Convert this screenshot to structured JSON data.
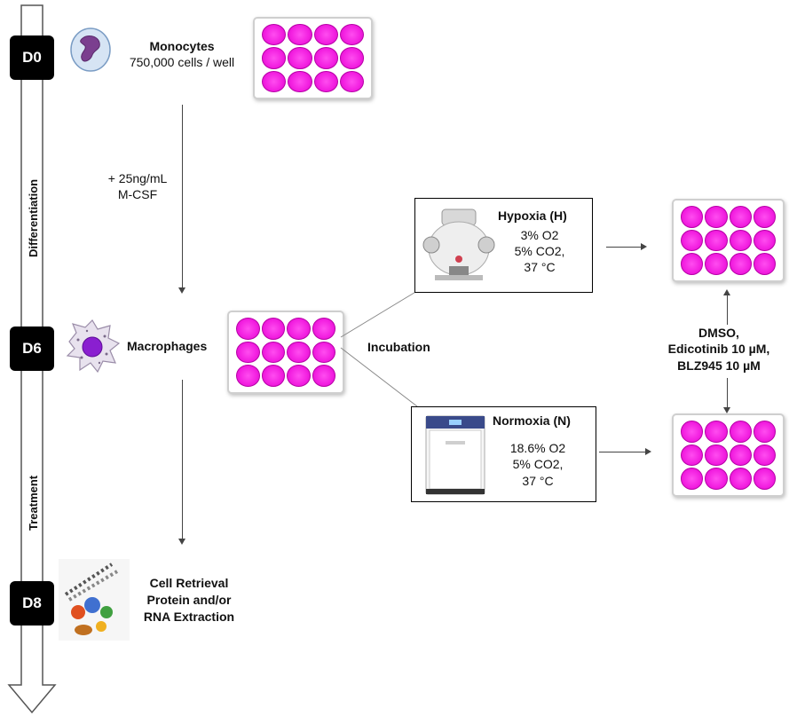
{
  "timeline": {
    "days": [
      "D0",
      "D6",
      "D8"
    ],
    "phases": [
      "Differentiation",
      "Treatment"
    ]
  },
  "steps": {
    "monocytes": {
      "title": "Monocytes",
      "detail": "750,000 cells / well"
    },
    "differentiation_agent": {
      "line1": "+ 25ng/mL",
      "line2": "M-CSF"
    },
    "macrophages": {
      "title": "Macrophages"
    },
    "incubation": {
      "label": "Incubation"
    },
    "retrieval": {
      "line1": "Cell Retrieval",
      "line2": "Protein and/or",
      "line3": "RNA Extraction"
    }
  },
  "conditions": {
    "hypoxia": {
      "title": "Hypoxia (H)",
      "o2": "3% O2",
      "co2": "5% CO2,",
      "temp": "37 °C"
    },
    "normoxia": {
      "title": "Normoxia (N)",
      "o2": "18.6%  O2",
      "co2": "5% CO2,",
      "temp": "37 °C"
    }
  },
  "treatment": {
    "line1": "DMSO,",
    "line2": "Edicotinib 10 µM,",
    "line3": "BLZ945 10 µM"
  },
  "colors": {
    "well_fill": "#f21ee0",
    "badge": "#000000",
    "monocyte": "#7b3f8f",
    "nucleus": "#8a1fd0"
  },
  "icons": [
    "monocyte-icon",
    "macrophage-icon",
    "biomolecules-icon",
    "hypoxia-chamber-icon",
    "incubator-icon",
    "well-plate-icon"
  ]
}
